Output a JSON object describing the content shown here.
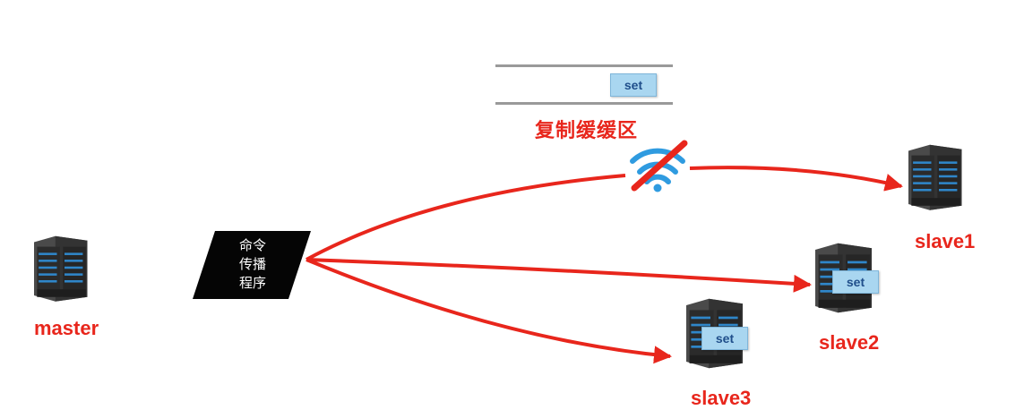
{
  "colors": {
    "accent": "#e8261c",
    "server_dark": "#2e2e2e",
    "server_light": "#5a5a5a",
    "led": "#2f86c9",
    "tag_fill": "#a9d6f0",
    "wifi": "#2f9be0"
  },
  "master": {
    "label": "master",
    "icon": "server-icon"
  },
  "program": {
    "lines": [
      "命令",
      "传播",
      "程序"
    ]
  },
  "buffer": {
    "title": "复制缓缓区",
    "entry": "set"
  },
  "slaves": [
    {
      "label": "slave1",
      "icon": "server-icon"
    },
    {
      "label": "slave2",
      "icon": "server-icon",
      "entry": "set"
    },
    {
      "label": "slave3",
      "icon": "server-icon",
      "entry": "set"
    }
  ],
  "icons": {
    "disconnected": "wifi-disconnected-icon"
  }
}
